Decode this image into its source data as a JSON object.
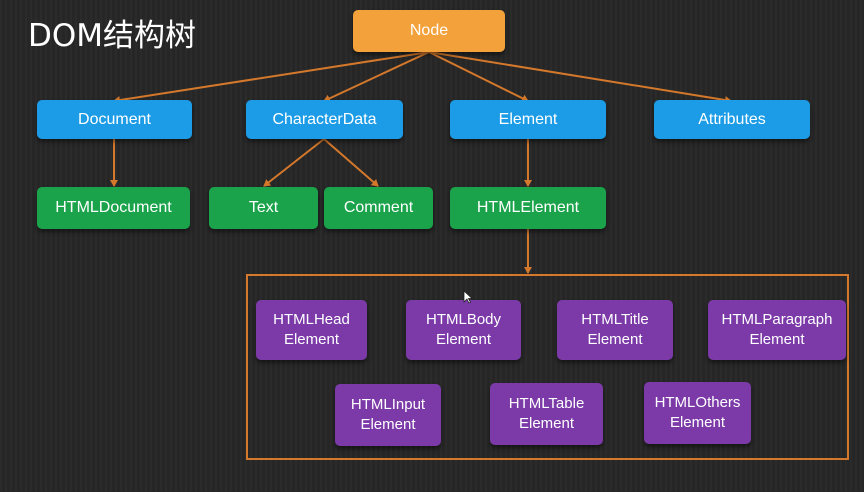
{
  "title": "DOM结构树",
  "colors": {
    "root": "#f3a13a",
    "level1": "#1c9ce6",
    "level2": "#1aa34a",
    "level3": "#7b3aa8",
    "connector": "#d4782b"
  },
  "nodes": {
    "node": "Node",
    "document": "Document",
    "character_data": "CharacterData",
    "element": "Element",
    "attributes": "Attributes",
    "html_document": "HTMLDocument",
    "text": "Text",
    "comment": "Comment",
    "html_element": "HTMLElement",
    "html_head_element": "HTMLHead\nElement",
    "html_body_element": "HTMLBody\nElement",
    "html_title_element": "HTMLTitle\nElement",
    "html_paragraph_element": "HTMLParagraph\nElement",
    "html_input_element": "HTMLInput\nElement",
    "html_table_element": "HTMLTable\nElement",
    "html_others_element": "HTMLOthers\nElement"
  }
}
